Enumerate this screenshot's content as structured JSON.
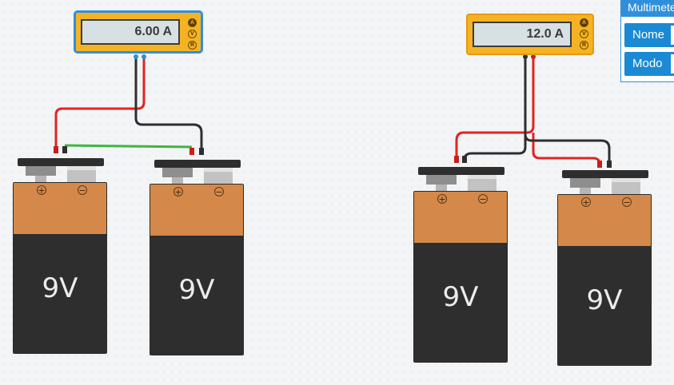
{
  "circuits": [
    {
      "multimeter": {
        "reading": "6.00 A",
        "selected": true
      },
      "batteries": [
        {
          "label": "9V"
        },
        {
          "label": "9V"
        }
      ]
    },
    {
      "multimeter": {
        "reading": "12.0 A",
        "selected": false
      },
      "batteries": [
        {
          "label": "9V"
        },
        {
          "label": "9V"
        }
      ]
    }
  ],
  "multimeter_modes": [
    "A",
    "V",
    "R"
  ],
  "active_mode": "A",
  "battery_symbols": {
    "positive": "+",
    "negative": "−"
  },
  "inspector": {
    "title": "Multimeter",
    "name_label": "Nome",
    "mode_label": "Modo"
  },
  "colors": {
    "wire_red": "#e02424",
    "wire_black": "#2e2e2e",
    "wire_green": "#41b541",
    "meter_body": "#f5b324",
    "selection": "#2f8fdc"
  }
}
